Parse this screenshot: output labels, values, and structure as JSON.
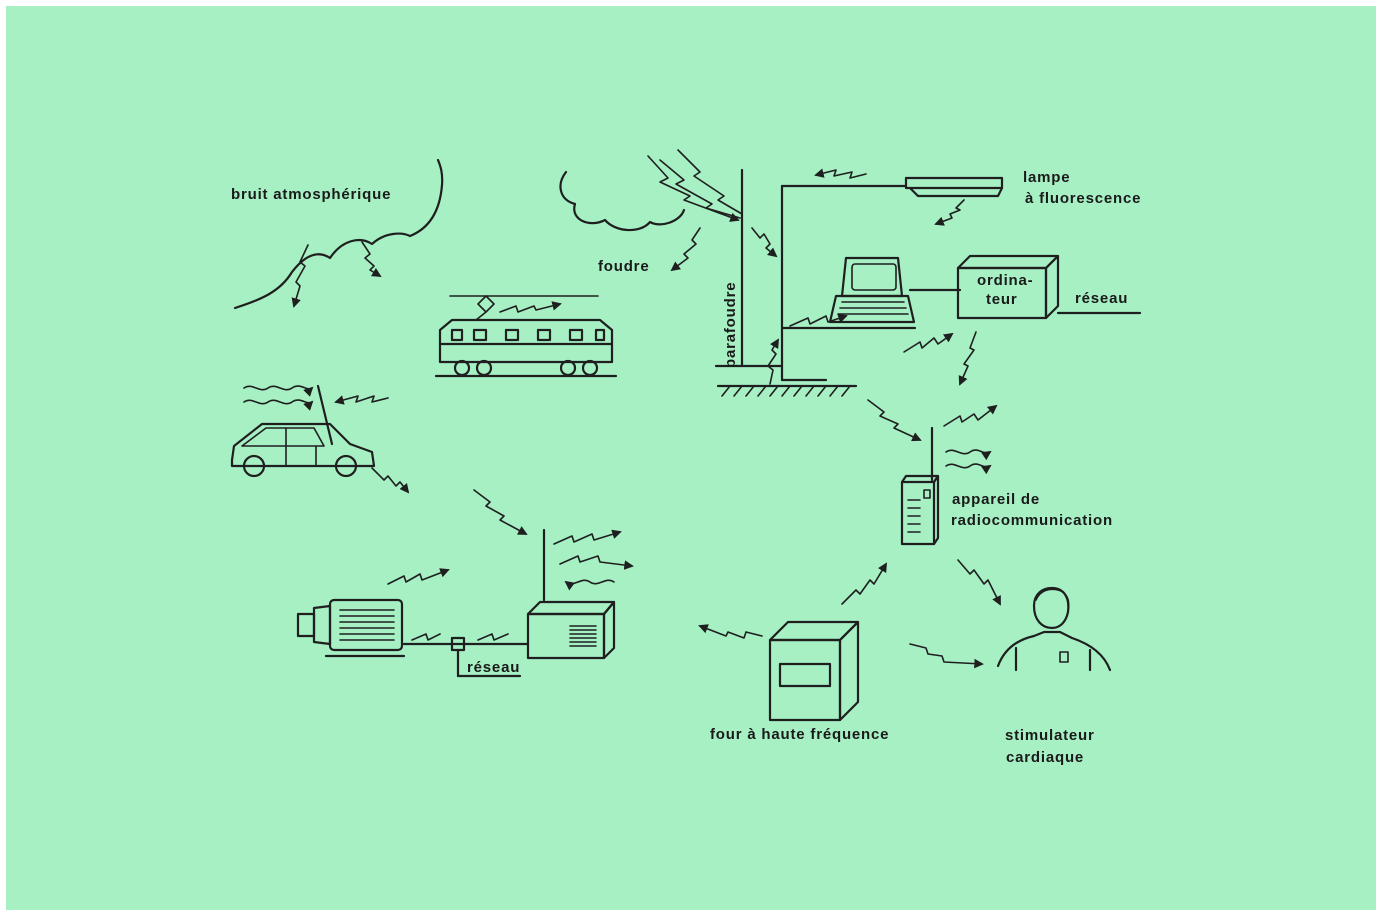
{
  "labels": {
    "atmospheric_noise": "bruit atmosphérique",
    "lightning": "foudre",
    "lightning_rod": "parafoudre",
    "fluorescent_lamp_line1": "lampe",
    "fluorescent_lamp_line2": "à fluorescence",
    "computer_line1": "ordina-",
    "computer_line2": "teur",
    "network_right": "réseau",
    "radio_line1": "appareil de",
    "radio_line2": "radiocommunication",
    "network_left": "réseau",
    "microwave_oven": "four à haute fréquence",
    "pacemaker_line1": "stimulateur",
    "pacemaker_line2": "cardiaque"
  },
  "colors": {
    "background": "#a6f0c4",
    "ink": "#1f1f1f"
  }
}
